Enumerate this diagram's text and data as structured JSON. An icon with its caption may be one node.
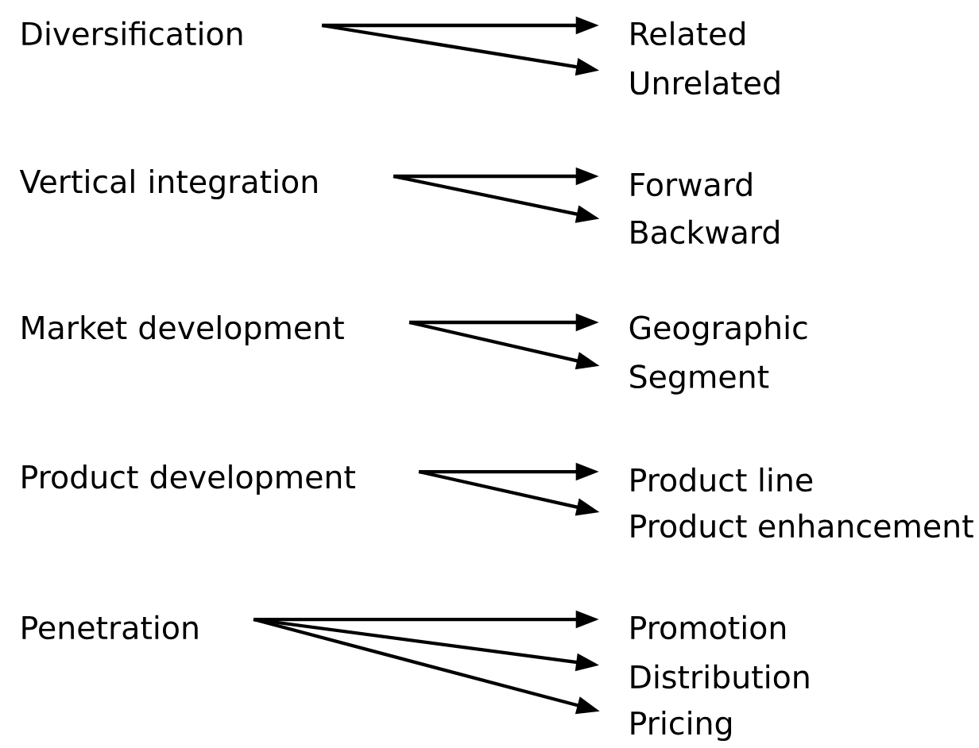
{
  "diagram": {
    "nodes": [
      {
        "text": [
          "Diversification"
        ]
      },
      {
        "text": [
          "Related"
        ]
      },
      {
        "text": [
          "Unrelated"
        ]
      },
      {
        "text": [
          "Vertical integration"
        ]
      },
      {
        "text": [
          "Forward"
        ]
      },
      {
        "text": [
          "Backward"
        ]
      },
      {
        "text": [
          "Market development"
        ]
      },
      {
        "text": [
          "Geographic"
        ]
      },
      {
        "text": [
          "Segment"
        ]
      },
      {
        "text": [
          "Product development"
        ]
      },
      {
        "text": [
          "Product line"
        ]
      },
      {
        "text": [
          "Product enhancement"
        ]
      },
      {
        "text": [
          "Penetration"
        ]
      },
      {
        "text": [
          "Promotion"
        ]
      },
      {
        "text": [
          "Distribution"
        ]
      },
      {
        "text": [
          "Pricing"
        ]
      }
    ],
    "edges": [
      {
        "from": 0,
        "to": 1,
        "arrow": "to"
      },
      {
        "from": 0,
        "to": 2,
        "arrow": "to"
      },
      {
        "from": 3,
        "to": 4,
        "arrow": "to"
      },
      {
        "from": 3,
        "to": 5,
        "arrow": "to"
      },
      {
        "from": 6,
        "to": 7,
        "arrow": "to"
      },
      {
        "from": 6,
        "to": 8,
        "arrow": "to"
      },
      {
        "from": 9,
        "to": 10,
        "arrow": "to"
      },
      {
        "from": 9,
        "to": 11,
        "arrow": "to"
      },
      {
        "from": 12,
        "to": 13,
        "arrow": "to"
      },
      {
        "from": 12,
        "to": 14,
        "arrow": "to"
      },
      {
        "from": 12,
        "to": 15,
        "arrow": "to"
      }
    ]
  }
}
